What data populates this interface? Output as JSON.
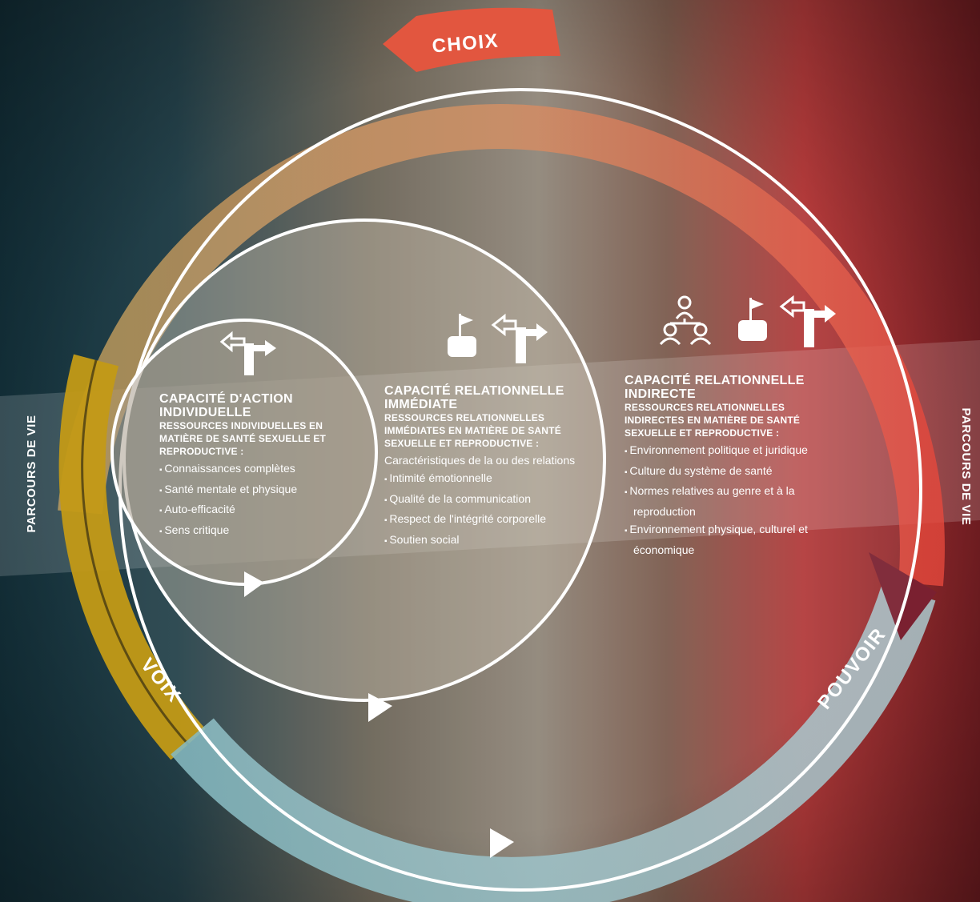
{
  "labels": {
    "choix": "CHOIX",
    "voix": "VOIX",
    "pouvoir": "POUVOIR",
    "parcours_left": "PARCOURS DE VIE",
    "parcours_right": "PARCOURS DE VIE"
  },
  "individual": {
    "title_line1": "CAPACITÉ D'ACTION",
    "title_line2": "INDIVIDUELLE",
    "subtitle_line1": "RESSOURCES INDIVIDUELLES EN",
    "subtitle_line2": "MATIÈRE DE SANTÉ SEXUELLE ET",
    "subtitle_line3": "REPRODUCTIVE :",
    "items": [
      "Connaissances complètes",
      "Santé mentale et physique",
      "Auto-efficacité",
      "Sens critique"
    ]
  },
  "immediate": {
    "title_line1": "CAPACITÉ  RELATIONNELLE",
    "title_line2": "IMMÉDIATE",
    "subtitle_line1": "RESSOURCES RELATIONNELLES",
    "subtitle_line2": "IMMÉDIATES EN MATIÈRE DE SANTÉ",
    "subtitle_line3": "SEXUELLE ET REPRODUCTIVE :",
    "intro": "Caractéristiques de la ou des relations",
    "items": [
      "Intimité émotionnelle",
      "Qualité de la communication",
      "Respect de l'intégrité corporelle",
      "Soutien social"
    ]
  },
  "indirect": {
    "title_line1": "CAPACITÉ RELATIONNELLE",
    "title_line2": "INDIRECTE",
    "subtitle_line1": "RESSOURCES RELATIONNELLES",
    "subtitle_line2": "INDIRECTES EN MATIÈRE DE SANTÉ",
    "subtitle_line3": "SEXUELLE ET REPRODUCTIVE :",
    "items": [
      "Environnement politique et juridique",
      "Culture du système de santé",
      "Normes relatives au genre  et à la reproduction",
      "Environnement physique, culturel et économique"
    ]
  },
  "colors": {
    "choix": "#e0533f",
    "voix": "#c39a16",
    "pouvoir": "#7fb0b8",
    "ring_warm": "#c9a05a",
    "ring_red": "#e84a3c"
  },
  "icons": [
    "directions-icon",
    "hand-flag-icon",
    "people-network-icon"
  ]
}
